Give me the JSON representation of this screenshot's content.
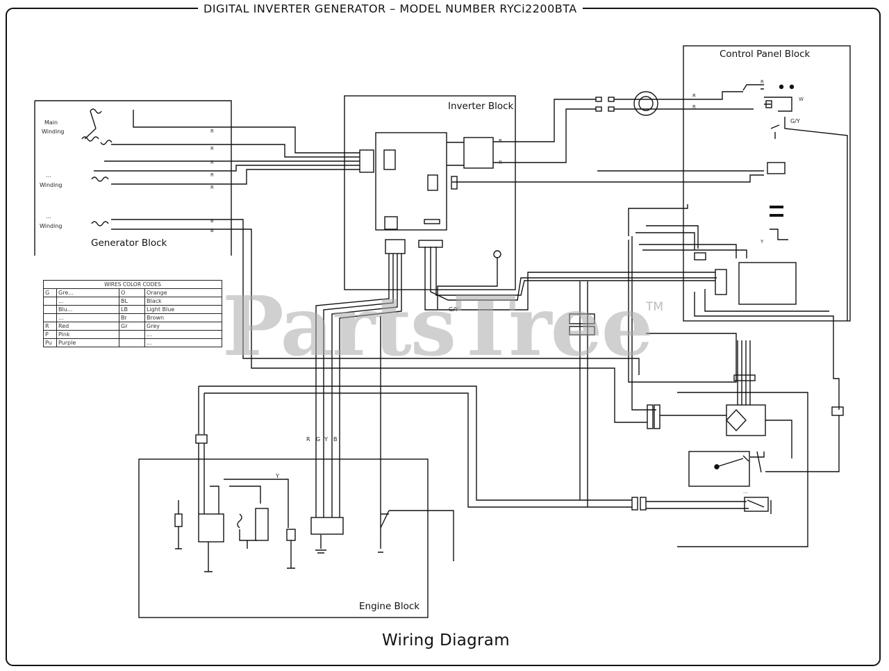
{
  "header": {
    "title": "DIGITAL INVERTER GENERATOR – MODEL NUMBER RYCi2200BTA"
  },
  "caption": "Wiring Diagram",
  "blocks": {
    "inverter": "Inverter Block",
    "control_panel": "Control Panel Block",
    "generator": "Generator Block",
    "engine": "Engine Block"
  },
  "windings": {
    "main": [
      "Main",
      "Winding"
    ],
    "aux": [
      "...",
      "Winding"
    ],
    "dc": [
      "...",
      "Winding"
    ]
  },
  "wire_labels": {
    "gy": "G/Y",
    "gy2": "G/Y",
    "r": "R",
    "g": "G",
    "y": "Y",
    "b": "B",
    "y_engine": "Y",
    "y_ctrl": "Y"
  },
  "wire_codes": {
    "title": "WIRES COLOR CODES",
    "rows": [
      [
        "G",
        "Gre...",
        "O",
        "Orange"
      ],
      [
        "",
        "...",
        "BL",
        "Black"
      ],
      [
        "",
        "Blu...",
        "LB",
        "Light Blue"
      ],
      [
        "",
        "...",
        "Br",
        "Brown"
      ],
      [
        "R",
        "Red",
        "Gr",
        "Grey"
      ],
      [
        "P",
        "Pink",
        "",
        "..."
      ],
      [
        "Pu",
        "Purple",
        "",
        "..."
      ]
    ]
  },
  "watermark": {
    "text": "PartsTree",
    "tm": "TM"
  }
}
